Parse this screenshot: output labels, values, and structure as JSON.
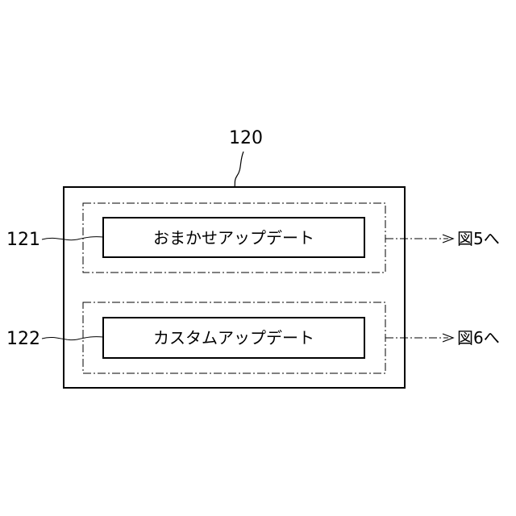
{
  "figure": {
    "main_ref": "120",
    "rows": [
      {
        "ref": "121",
        "button_label": "おまかせアップデート",
        "arrow_label": "図5へ"
      },
      {
        "ref": "122",
        "button_label": "カスタムアップデート",
        "arrow_label": "図6へ"
      }
    ]
  },
  "colors": {
    "line": "#000000",
    "background": "#ffffff"
  }
}
